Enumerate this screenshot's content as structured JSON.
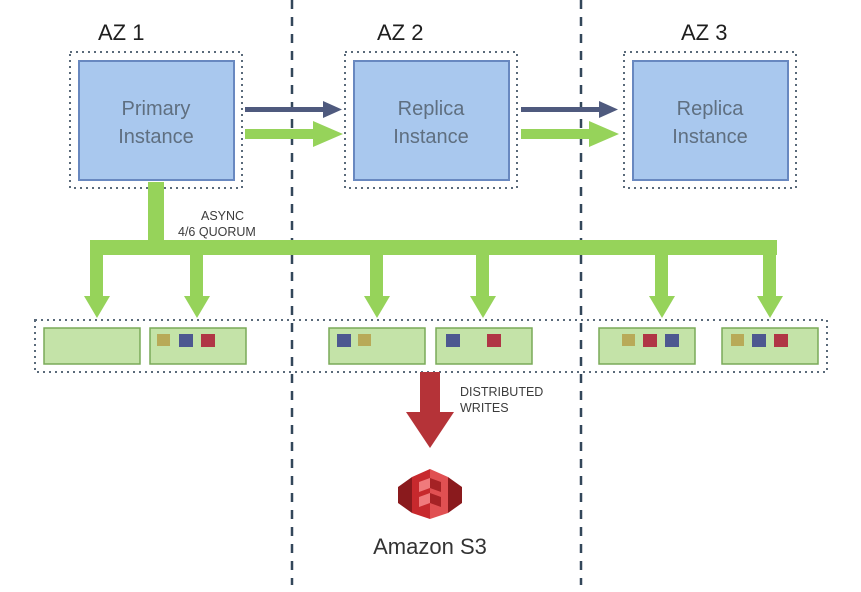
{
  "zones": [
    "AZ 1",
    "AZ 2",
    "AZ 3"
  ],
  "instances": [
    {
      "line1": "Primary",
      "line2": "Instance"
    },
    {
      "line1": "Replica",
      "line2": "Instance"
    },
    {
      "line1": "Replica",
      "line2": "Instance"
    }
  ],
  "quorum_label": {
    "line1": "ASYNC",
    "line2": "4/6 QUORUM"
  },
  "writes_label": {
    "line1": "DISTRIBUTED",
    "line2": "WRITES"
  },
  "storage_service": "Amazon S3",
  "colors": {
    "instance_fill": "#a9c8ee",
    "instance_border": "#6888c0",
    "green_arrow": "#96d35a",
    "navy_arrow": "#4f5a7e",
    "storage_fill": "#c4e3a8",
    "storage_border": "#7aaa58",
    "red_arrow": "#b53338",
    "block_navy": "#4d5890",
    "block_red": "#b03645",
    "block_khaki": "#b8aa58",
    "divider": "#33475a",
    "s3_red": "#c7292d"
  }
}
